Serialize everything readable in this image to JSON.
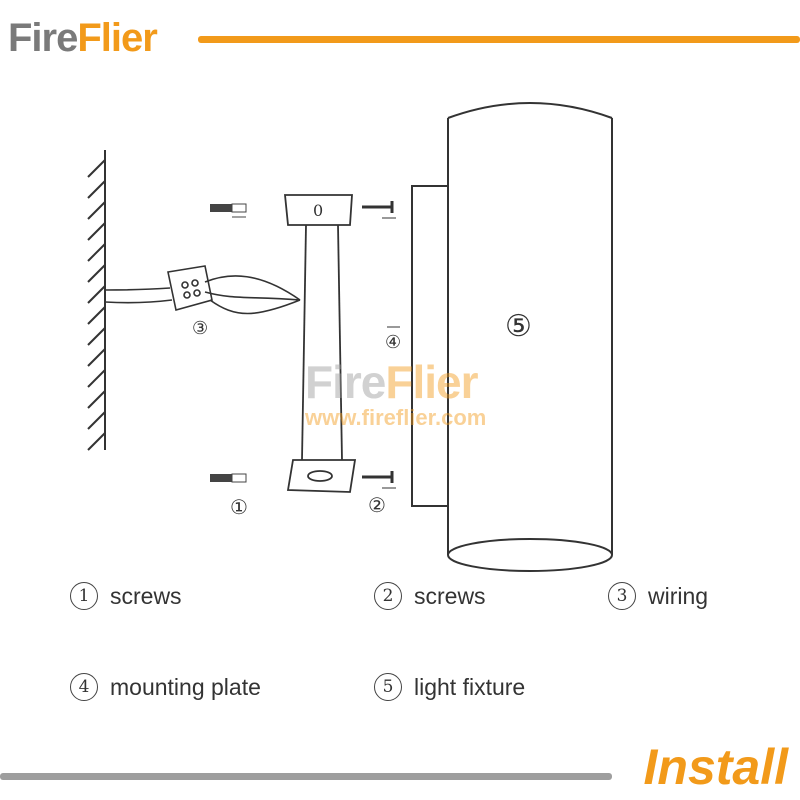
{
  "brand": {
    "part1": "Fire",
    "part2": "Flier"
  },
  "watermark": {
    "part1": "Fire",
    "part2": "Flier",
    "url": "www.fireflier.com"
  },
  "diagram": {
    "callouts": {
      "c0": "0",
      "c1": "①",
      "c2": "②",
      "c3": "③",
      "c4": "④",
      "c5": "⑤"
    }
  },
  "legend": [
    {
      "num": "1",
      "label": "screws"
    },
    {
      "num": "2",
      "label": "screws"
    },
    {
      "num": "3",
      "label": "wiring"
    },
    {
      "num": "4",
      "label": "mounting plate"
    },
    {
      "num": "5",
      "label": "light fixture"
    }
  ],
  "footer": {
    "title": "Install"
  },
  "colors": {
    "accent": "#f29a1a",
    "grey": "#9e9e9e",
    "line": "#333333"
  }
}
